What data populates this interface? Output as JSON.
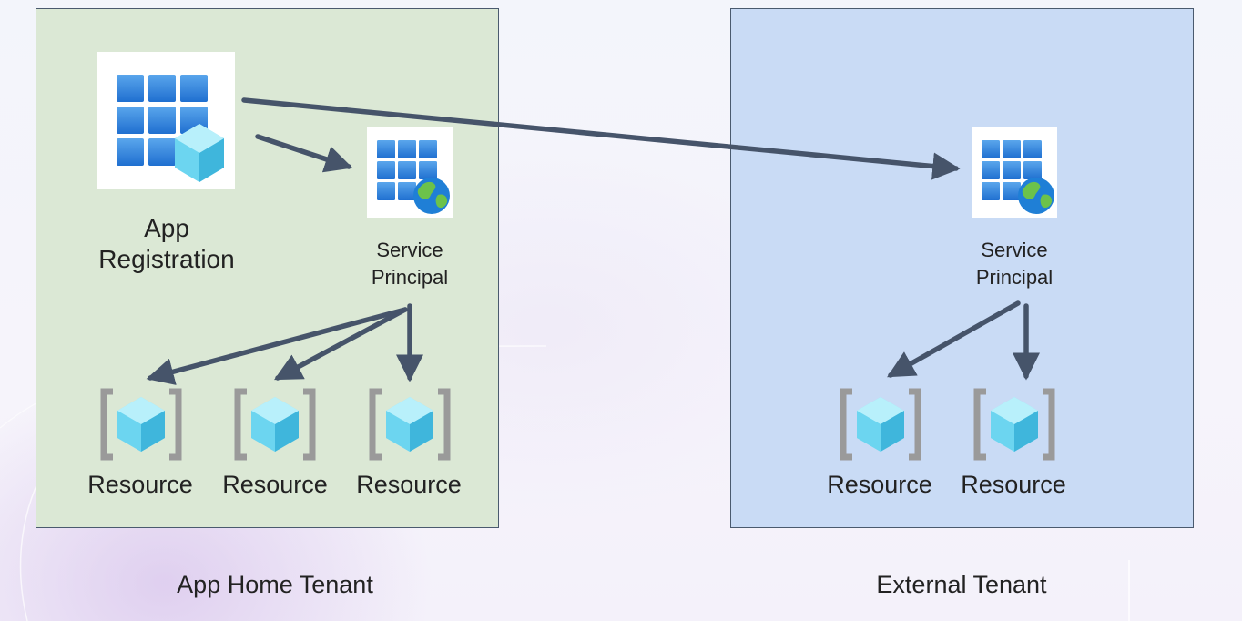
{
  "tenants": {
    "home": {
      "label": "App Home Tenant"
    },
    "external": {
      "label": "External Tenant"
    }
  },
  "nodes": {
    "app_registration": {
      "label": "App\nRegistration",
      "icon": "app-registration-icon"
    },
    "home_service_principal": {
      "label": "Service\nPrincipal",
      "icon": "service-principal-icon"
    },
    "external_service_principal": {
      "label": "Service\nPrincipal",
      "icon": "service-principal-icon"
    },
    "home_resources": [
      {
        "label": "Resource",
        "icon": "resource-cube-icon"
      },
      {
        "label": "Resource",
        "icon": "resource-cube-icon"
      },
      {
        "label": "Resource",
        "icon": "resource-cube-icon"
      }
    ],
    "external_resources": [
      {
        "label": "Resource",
        "icon": "resource-cube-icon"
      },
      {
        "label": "Resource",
        "icon": "resource-cube-icon"
      }
    ]
  },
  "colors": {
    "home_tenant_fill": "#dbe8d5",
    "external_tenant_fill": "#c9dbf5",
    "arrow": "#46546a",
    "grid_blue": "#2f7fdd",
    "cube": "#5cc8e8"
  }
}
